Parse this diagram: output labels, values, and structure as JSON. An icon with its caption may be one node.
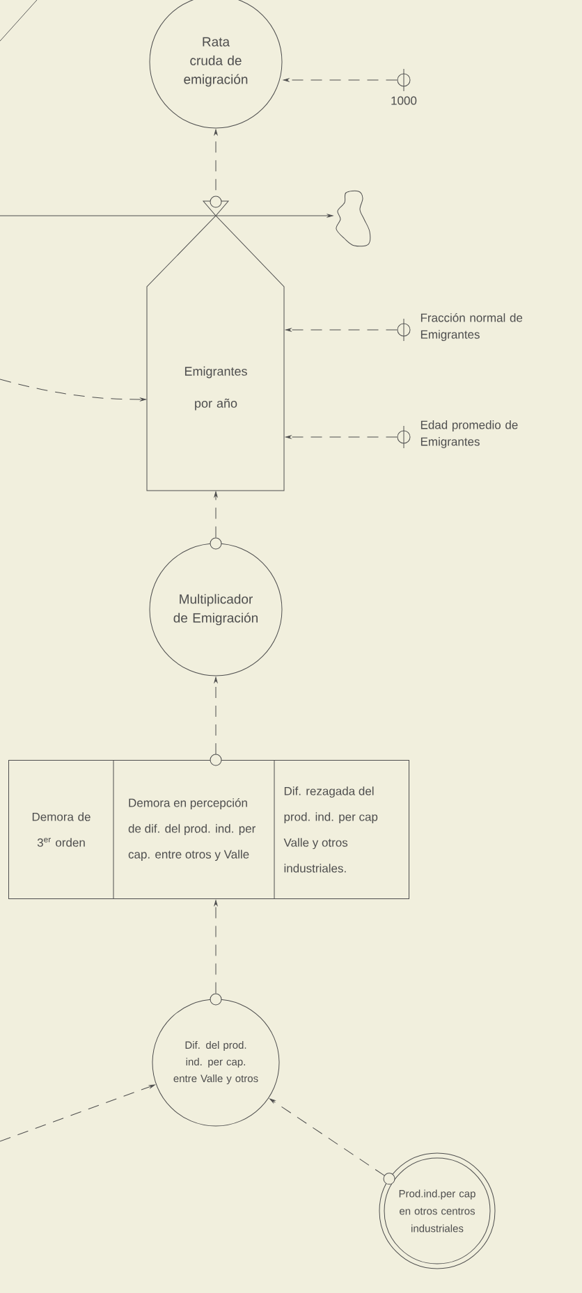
{
  "diagram": {
    "nodes": [
      {
        "text": [
          "Rata cruda de emigración"
        ]
      },
      {
        "text": [
          "1000"
        ]
      },
      {
        "text": [],
        "shape": "cloud"
      },
      {
        "text": [
          "Emigrantes por año"
        ]
      },
      {
        "text": [
          "Fracción normal de Emigrantes"
        ]
      },
      {
        "text": [
          "Edad promedio de Emigrantes"
        ]
      },
      {
        "text": [
          "Multiplicador de Emigración"
        ]
      },
      {
        "text": [
          "Demora de 3$^{er}$ orden",
          "Demora en percepción de dif. del prod. ind. per cap. entre otros y Valle",
          "Dif. rezagada del prod. ind. per cap Valle y otros industriales."
        ]
      },
      {
        "text": [
          "Dif. del prod. ind. per cap. entre Valle y otros"
        ]
      },
      {
        "text": [
          "Prod.ind.per cap en otros centros industriales"
        ]
      }
    ],
    "edges": [
      {
        "from": 3,
        "to": 0,
        "arrow": "to",
        "style": "dashed"
      },
      {
        "from": 1,
        "to": 0,
        "arrow": "to",
        "style": "dashed"
      },
      {
        "from": null,
        "to": 2,
        "arrow": "to"
      },
      {
        "from": 4,
        "to": 3,
        "arrow": "to",
        "style": "dashed"
      },
      {
        "from": 5,
        "to": 3,
        "arrow": "to",
        "style": "dashed"
      },
      {
        "from": null,
        "to": 3,
        "arrow": "to",
        "style": "dashed"
      },
      {
        "from": 6,
        "to": 3,
        "arrow": "to",
        "style": "dashed"
      },
      {
        "from": 7,
        "to": 6,
        "arrow": "to",
        "style": "dashed"
      },
      {
        "from": 8,
        "to": 7,
        "arrow": "to",
        "style": "dashed"
      },
      {
        "from": null,
        "to": 8,
        "arrow": "to",
        "style": "dashed"
      },
      {
        "from": 9,
        "to": 8,
        "arrow": "to",
        "style": "dashed"
      }
    ]
  }
}
